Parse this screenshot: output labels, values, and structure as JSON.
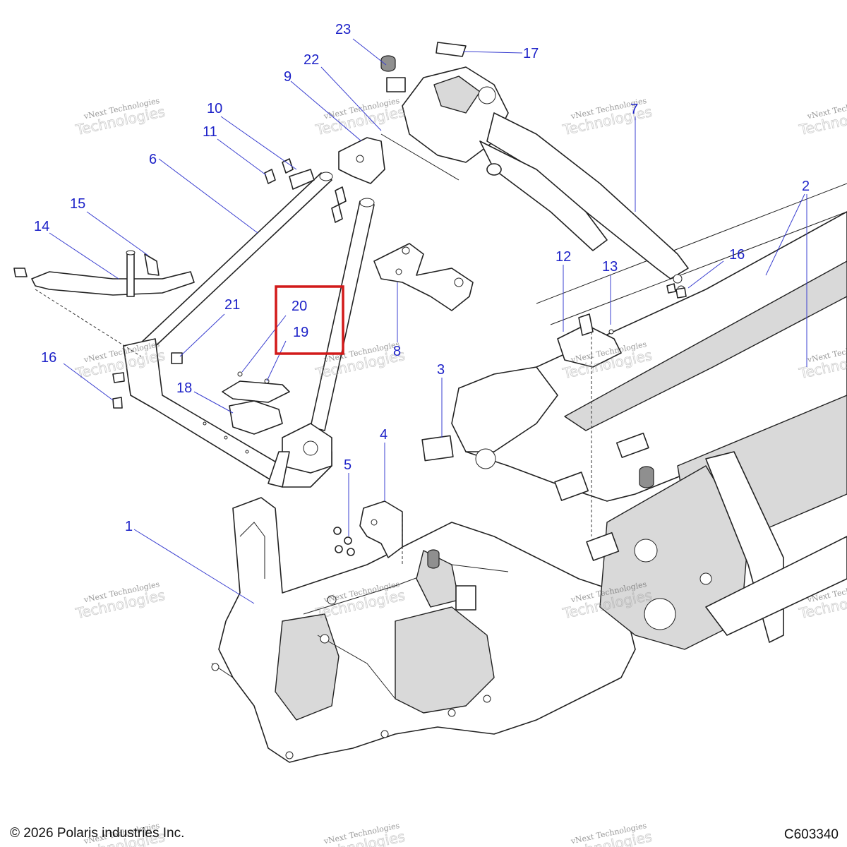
{
  "callouts": [
    {
      "label": "1"
    },
    {
      "label": "2"
    },
    {
      "label": "3"
    },
    {
      "label": "4"
    },
    {
      "label": "5"
    },
    {
      "label": "6"
    },
    {
      "label": "7"
    },
    {
      "label": "8"
    },
    {
      "label": "9"
    },
    {
      "label": "10"
    },
    {
      "label": "11"
    },
    {
      "label": "12"
    },
    {
      "label": "13"
    },
    {
      "label": "14"
    },
    {
      "label": "15"
    },
    {
      "label": "16"
    },
    {
      "label": "16"
    },
    {
      "label": "17"
    },
    {
      "label": "18"
    },
    {
      "label": "19"
    },
    {
      "label": "20"
    },
    {
      "label": "21"
    },
    {
      "label": "22"
    },
    {
      "label": "23"
    }
  ],
  "watermark": {
    "line1": "vNext Technologies",
    "line2": "Technologies"
  },
  "highlight": {
    "color": "#d21a1a",
    "parts": [
      "20",
      "19"
    ]
  },
  "callout_color": "#1d22c8",
  "footer": {
    "copyright": "© 2026 Polaris industries Inc.",
    "figure_id": "C603340"
  }
}
